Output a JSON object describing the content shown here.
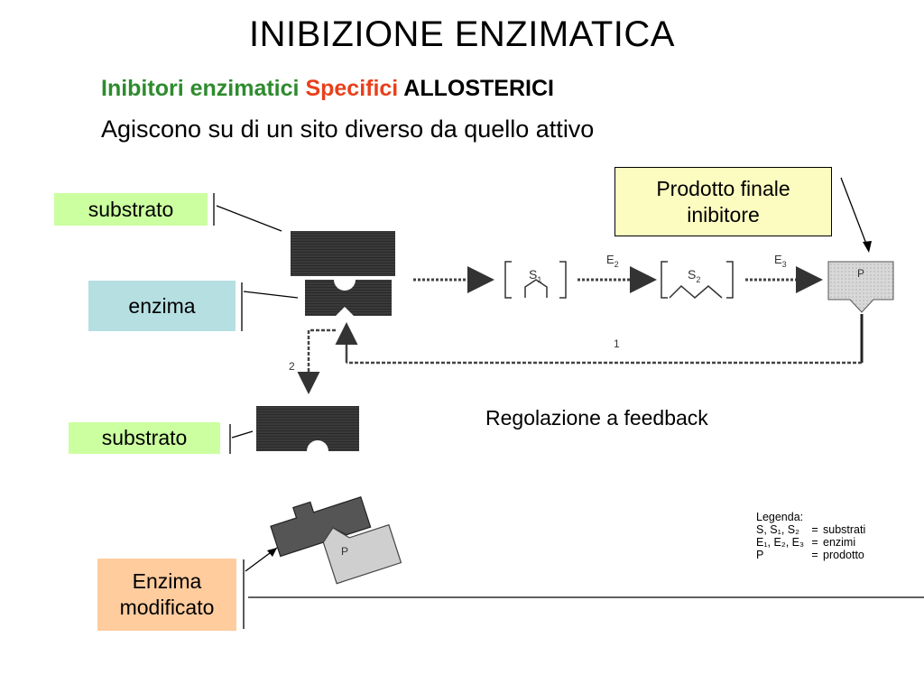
{
  "slide": {
    "title": "INIBIZIONE ENZIMATICA",
    "subtitle": {
      "part_green": "Inibitori enzimatici",
      "part_red": "Specifici",
      "part_black": "ALLOSTERICI"
    },
    "description": "Agiscono su di un sito diverso da quello attivo",
    "colors": {
      "green_text": "#2e8b2e",
      "red_text": "#e8401c",
      "substrato_bg": "#ccffa0",
      "enzima_bg": "#b6dfe2",
      "enzima_mod_bg": "#ffcc9e",
      "prodotto_bg": "#fcfcc0"
    }
  },
  "labels": {
    "substrato_top": "substrato",
    "enzima": "enzima",
    "substrato_bottom": "substrato",
    "enzima_modificato_line1": "Enzima",
    "enzima_modificato_line2": "modificato",
    "prodotto_line1": "Prodotto finale",
    "prodotto_line2": "inibitore"
  },
  "diagram": {
    "intermediate_1": "S",
    "intermediate_1_sub": "1",
    "intermediate_2": "S",
    "intermediate_2_sub": "2",
    "enzyme_2": "E",
    "enzyme_2_sub": "2",
    "enzyme_3": "E",
    "enzyme_3_sub": "3",
    "product": "P",
    "modified_product": "P",
    "step_1": "1",
    "step_2": "2",
    "feedback_label": "Regolazione a feedback"
  },
  "legend": {
    "title": "Legenda:",
    "rows": [
      {
        "symbol": "S, S₁, S₂",
        "eq": "=",
        "meaning": "substrati"
      },
      {
        "symbol": "E₁, E₂, E₃",
        "eq": "=",
        "meaning": "enzimi"
      },
      {
        "symbol": "P",
        "eq": "=",
        "meaning": "prodotto"
      }
    ]
  }
}
